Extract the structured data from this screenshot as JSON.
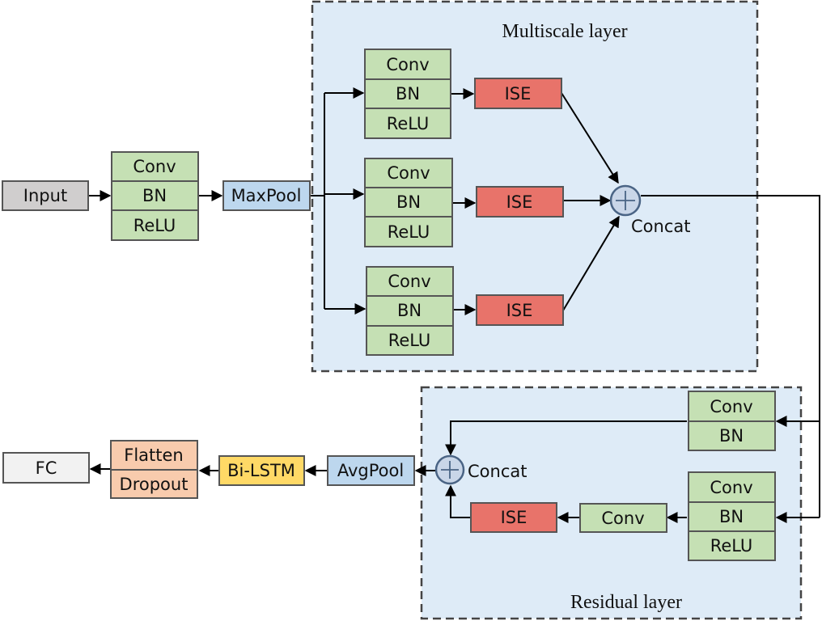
{
  "groups": {
    "multiscale": {
      "title": "Multiscale layer"
    },
    "residual": {
      "title": "Residual layer"
    }
  },
  "nodes": {
    "input": "Input",
    "stem_conv": "Conv",
    "stem_bn": "BN",
    "stem_relu": "ReLU",
    "maxpool": "MaxPool",
    "b1_conv": "Conv",
    "b1_bn": "BN",
    "b1_relu": "ReLU",
    "b1_ise": "ISE",
    "b2_conv": "Conv",
    "b2_bn": "BN",
    "b2_relu": "ReLU",
    "b2_ise": "ISE",
    "b3_conv": "Conv",
    "b3_bn": "BN",
    "b3_relu": "ReLU",
    "b3_ise": "ISE",
    "concat1": "Concat",
    "r_top_conv": "Conv",
    "r_top_bn": "BN",
    "r_bot_conv": "Conv",
    "r_bot_bn": "BN",
    "r_bot_relu": "ReLU",
    "r_mid_conv": "Conv",
    "r_ise": "ISE",
    "concat2": "Concat",
    "avgpool": "AvgPool",
    "bilstm": "Bi-LSTM",
    "flatten": "Flatten",
    "dropout": "Dropout",
    "fc": "FC"
  },
  "colors": {
    "green": "#c5e0b4",
    "red": "#e8736a",
    "blue": "#bdd7ee",
    "gray": "#d0cece",
    "yellow": "#ffd966",
    "orange": "#f8cbad",
    "fc": "#f2f2f2",
    "region": "#deebf7",
    "circle": "#c9d6e8",
    "border": "#555555"
  }
}
